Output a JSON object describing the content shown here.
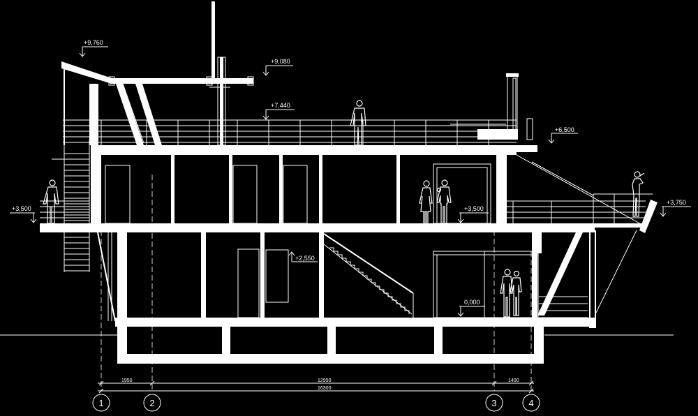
{
  "elevations": {
    "roof_top": "+9,760",
    "mast_beam": "+9,080",
    "roof_deck": "+7,440",
    "chimney_level": "+6,500",
    "left_deck": "+3,500",
    "second_floor": "+3,500",
    "right_deck": "+3,750",
    "mezzanine": "+2,550",
    "ground_floor": "0,000"
  },
  "dimensions": {
    "span_1_2": "1950",
    "span_2_3": "12950",
    "span_3_4": "1400",
    "total": "16300"
  },
  "axes": [
    "1",
    "2",
    "3",
    "4"
  ],
  "colors": {
    "background": "#000000",
    "lines": "#ffffff"
  }
}
